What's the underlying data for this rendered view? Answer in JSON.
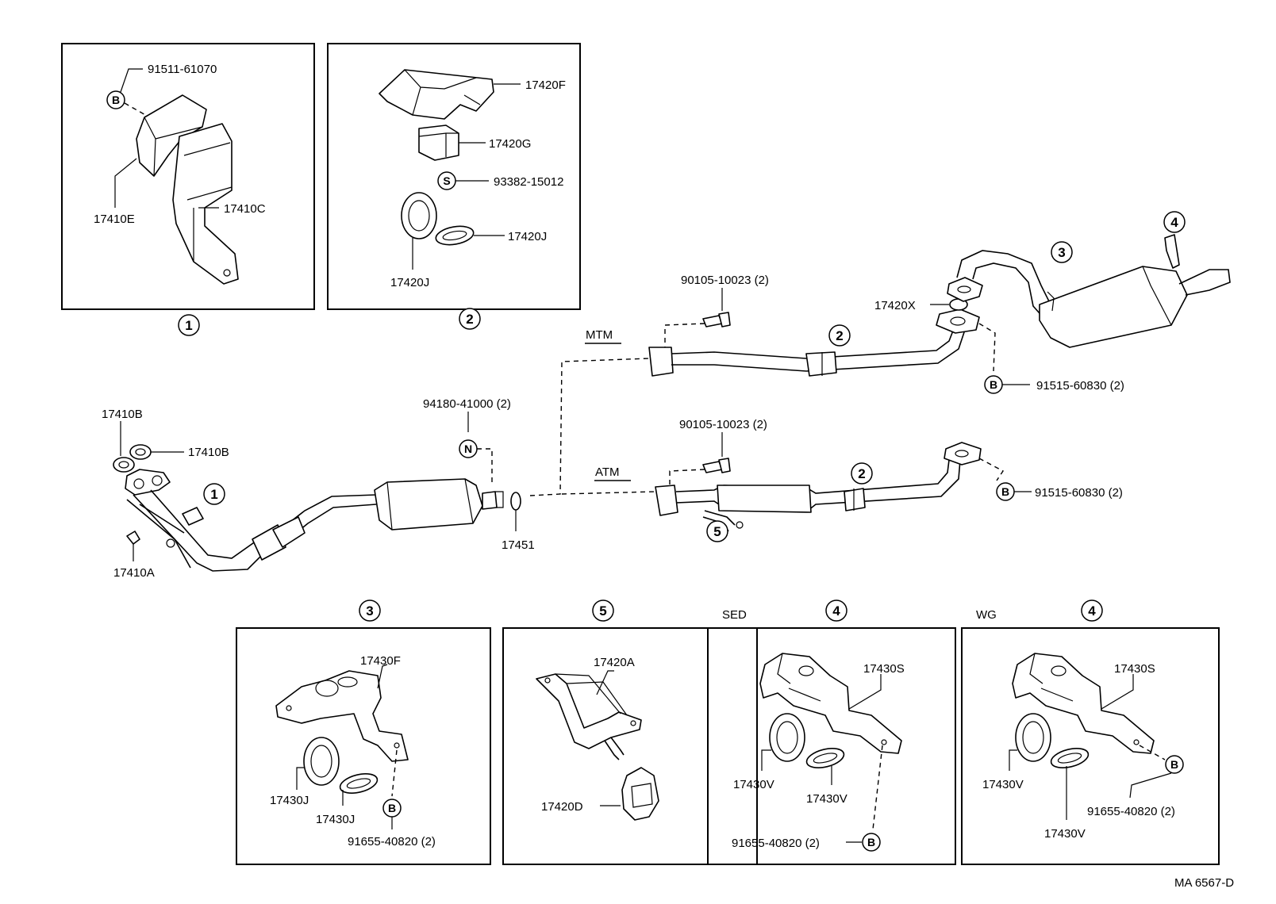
{
  "refs": {
    "r1": "1",
    "r2": "2",
    "r3": "3",
    "r4": "4",
    "r5": "5"
  },
  "letters": {
    "b": "B",
    "s": "S",
    "n": "N"
  },
  "inset1": {
    "p_bolt": "91511-61070",
    "p_e": "17410E",
    "p_c": "17410C"
  },
  "inset2": {
    "p_f": "17420F",
    "p_g": "17420G",
    "p_s": "93382-15012",
    "p_j1": "17420J",
    "p_j2": "17420J"
  },
  "front": {
    "b1": "17410B",
    "b2": "17410B",
    "a": "17410A",
    "gasket": "17451",
    "nut": "94180-41000 (2)"
  },
  "mtm": {
    "label": "MTM",
    "bolt": "90105-10023 (2)",
    "x": "17420X",
    "b": "91515-60830 (2)"
  },
  "atm": {
    "label": "ATM",
    "bolt": "90105-10023 (2)",
    "b": "91515-60830 (2)"
  },
  "inset3": {
    "f": "17430F",
    "j1": "17430J",
    "j2": "17430J",
    "b": "91655-40820 (2)"
  },
  "inset5": {
    "a": "17420A",
    "d": "17420D"
  },
  "inset4sed": {
    "tag": "SED",
    "s": "17430S",
    "v1": "17430V",
    "v2": "17430V",
    "b": "91655-40820 (2)"
  },
  "inset4wg": {
    "tag": "WG",
    "s": "17430S",
    "v1": "17430V",
    "v2": "17430V",
    "b": "91655-40820 (2)"
  },
  "code": "MA 6567-D"
}
